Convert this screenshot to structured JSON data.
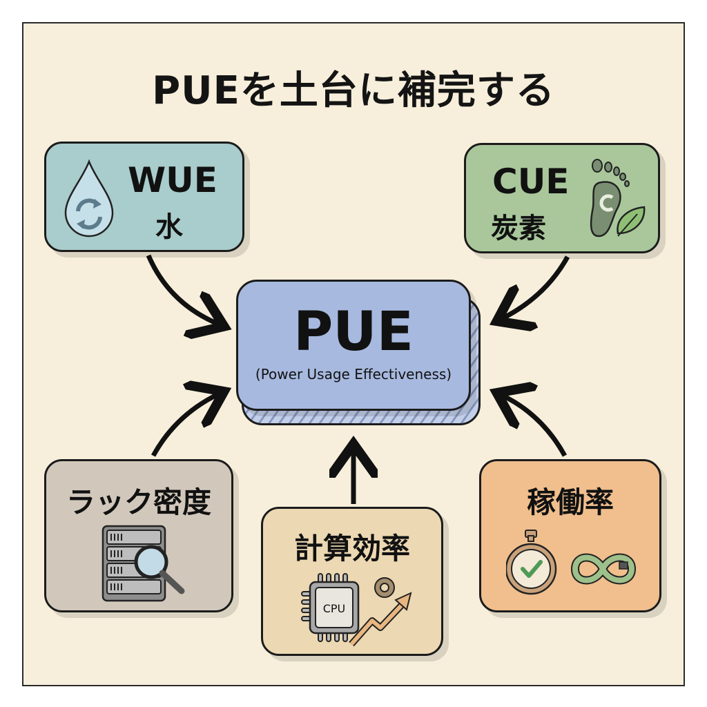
{
  "title": "PUEを土台に補完する",
  "center": {
    "label": "PUE",
    "subtitle": "(Power Usage Effectiveness)",
    "color": "#a7b9df"
  },
  "nodes": {
    "wue": {
      "label": "WUE",
      "sublabel": "水",
      "icon": "water-drop-recycle-icon",
      "color": "#a9cccc"
    },
    "cue": {
      "label": "CUE",
      "sublabel": "炭素",
      "icon": "carbon-footprint-leaf-icon",
      "color": "#a9c79b"
    },
    "rack": {
      "label": "ラック密度",
      "icon": "server-rack-magnifier-icon",
      "color": "#d1c8bb"
    },
    "compute": {
      "label": "計算効率",
      "icon": "cpu-gear-growth-icon",
      "cpu_text": "CPU",
      "color": "#ecd8b2"
    },
    "uptime": {
      "label": "稼働率",
      "icon": "stopwatch-check-infinity-plug-icon",
      "color": "#f0bf8d"
    }
  },
  "edges": [
    {
      "from": "wue",
      "to": "center"
    },
    {
      "from": "cue",
      "to": "center"
    },
    {
      "from": "rack",
      "to": "center"
    },
    {
      "from": "compute",
      "to": "center"
    },
    {
      "from": "uptime",
      "to": "center"
    }
  ]
}
